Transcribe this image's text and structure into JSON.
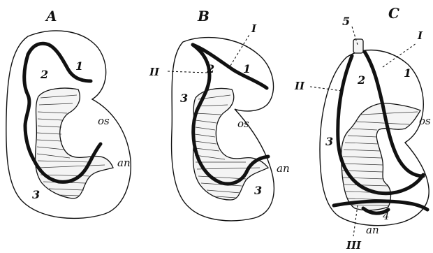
{
  "panels": [
    {
      "letter": "A",
      "labels": {
        "r1": "1",
        "r2": "2",
        "r3": "3",
        "os": "os",
        "an": "an"
      }
    },
    {
      "letter": "B",
      "labels": {
        "r1": "1",
        "r2": "2",
        "r3": "3",
        "r3b": "3",
        "os": "os",
        "an": "an",
        "rI": "I",
        "rII": "II"
      }
    },
    {
      "letter": "C",
      "labels": {
        "r1": "1",
        "r2": "2",
        "r3": "3",
        "r4": "4",
        "r5": "5",
        "os": "os",
        "an": "an",
        "rI": "I",
        "rII": "II",
        "rIII": "III"
      }
    }
  ]
}
